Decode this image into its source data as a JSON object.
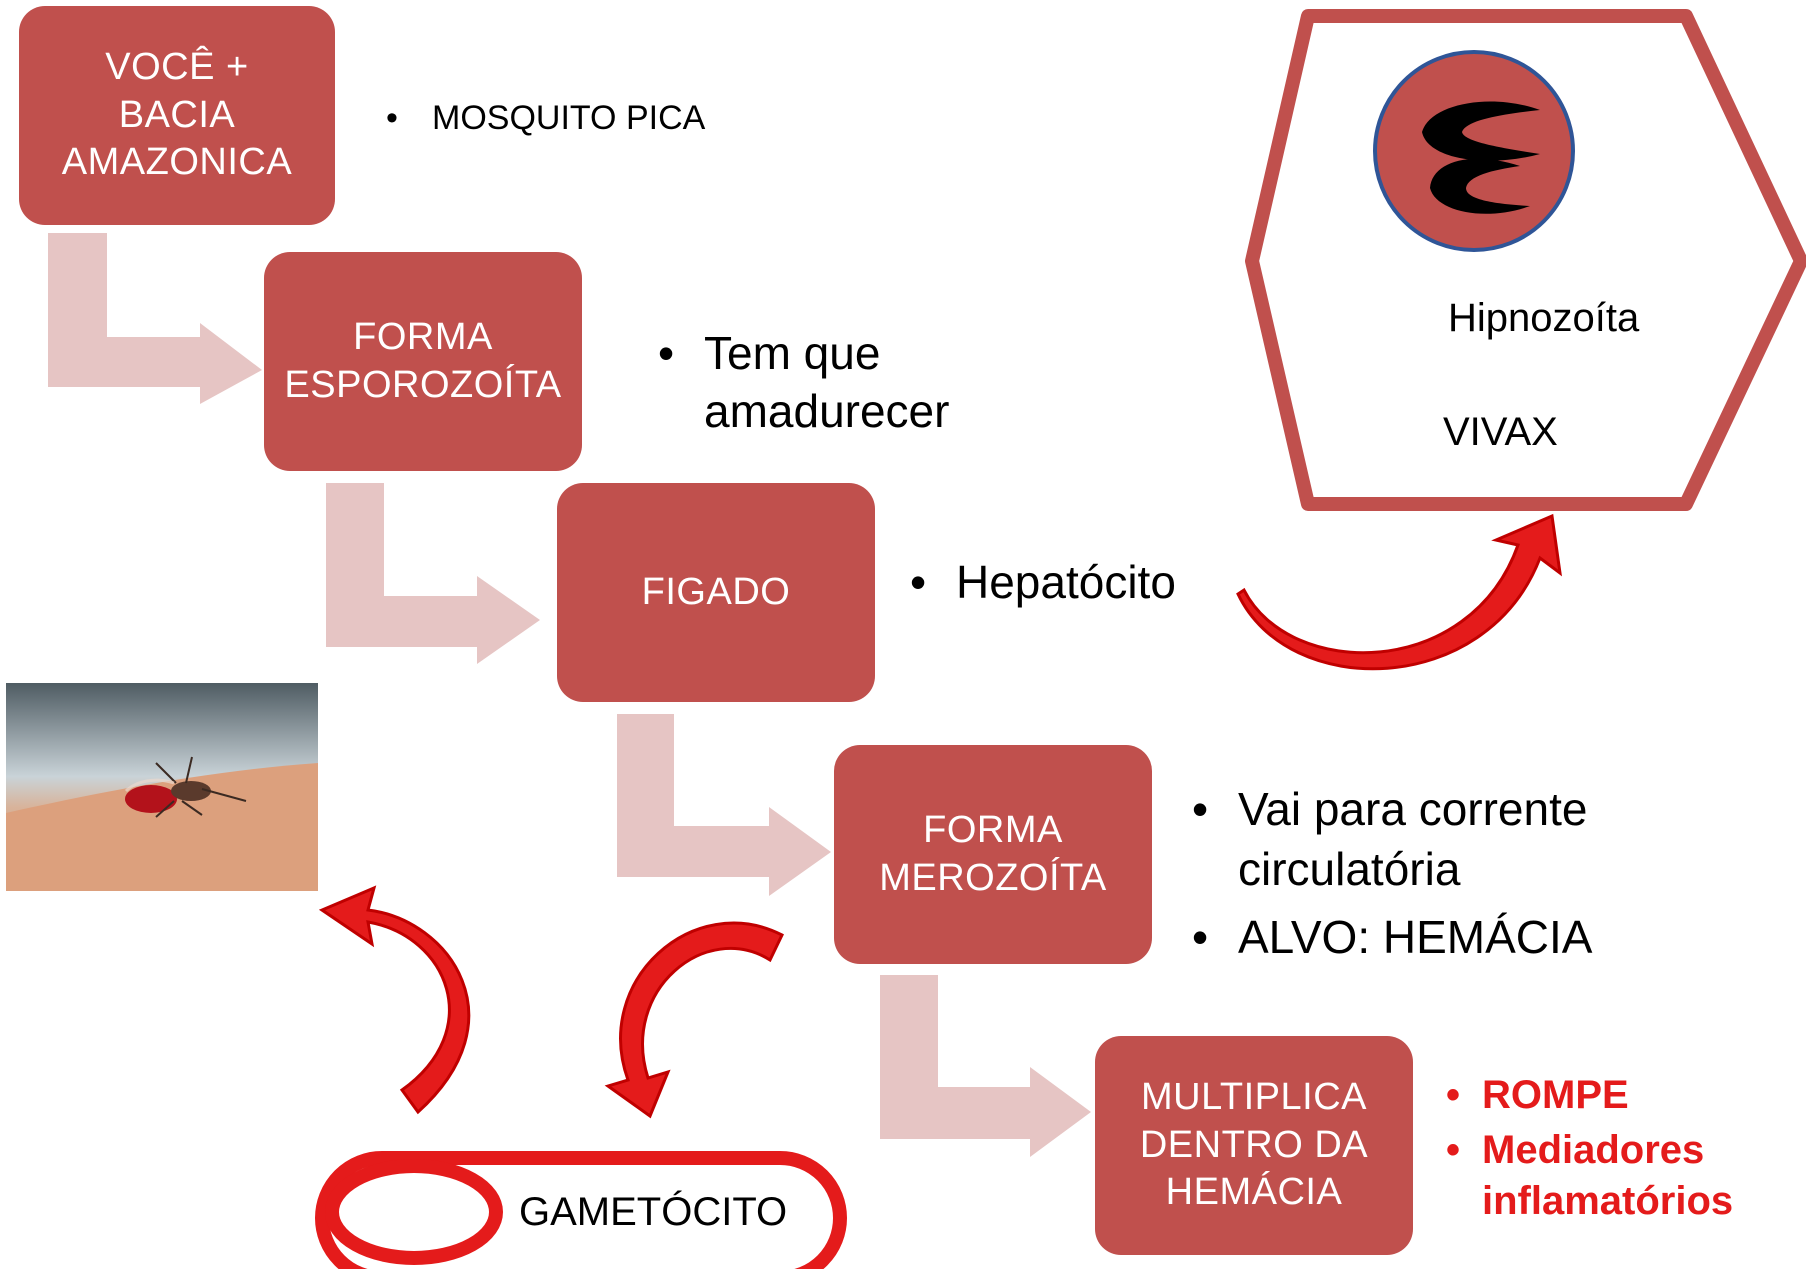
{
  "steps": [
    {
      "line1": "VOCÊ +",
      "line2": "BACIA",
      "line3": "AMAZONICA"
    },
    {
      "line1": "FORMA",
      "line2": "ESPOROZOÍTA"
    },
    {
      "line1": "FIGADO"
    },
    {
      "line1": "FORMA",
      "line2": "MEROZOÍTA"
    },
    {
      "line1": "MULTIPLICA",
      "line2": "DENTRO DA",
      "line3": "HEMÁCIA"
    }
  ],
  "notes": {
    "step1": [
      "MOSQUITO PICA"
    ],
    "step2": [
      "Tem que amadurecer"
    ],
    "step3": [
      "Hepatócito"
    ],
    "step4": [
      "Vai para corrente circulatória",
      "ALVO: HEMÁCIA"
    ],
    "step5": [
      "ROMPE",
      "Mediadores inflamatórios"
    ]
  },
  "hypnozoite": {
    "label": "Hipnozoíta",
    "species": "VIVAX"
  },
  "gametocyte": {
    "label": "GAMETÓCITO"
  },
  "colors": {
    "box": "#c0504d",
    "connector": "#e6c5c4",
    "curved_arrow": "#e41b1b",
    "alert_text": "#e41b1b"
  },
  "images": {
    "mosquito_photo": "mosquito-on-skin-photo"
  }
}
